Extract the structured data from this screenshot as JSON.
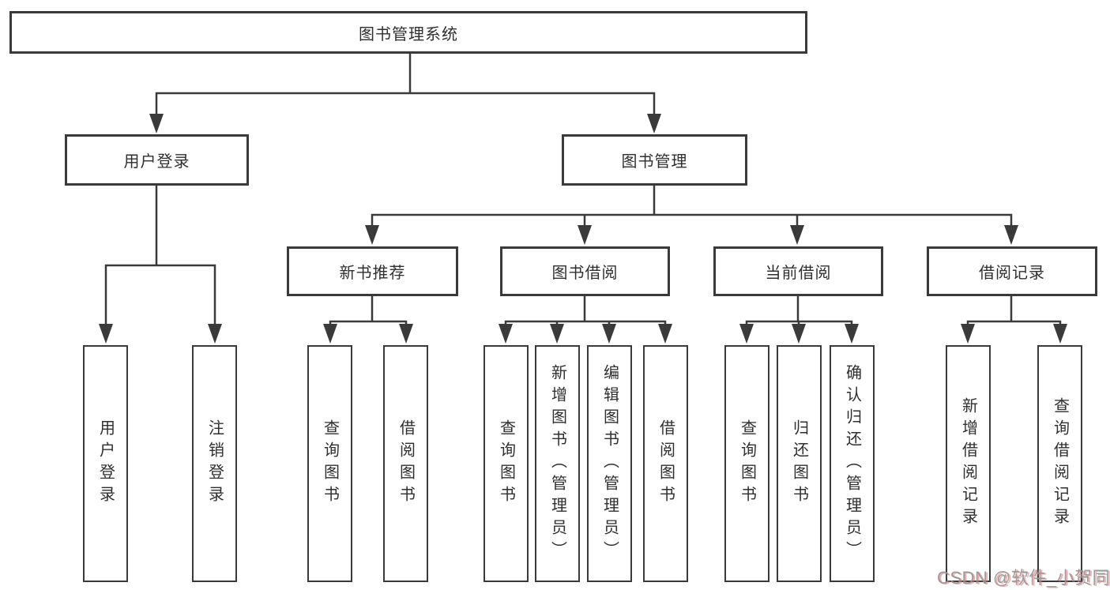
{
  "diagram": {
    "root": {
      "label": "图书管理系统",
      "children": [
        {
          "label": "用户登录",
          "children": [
            {
              "label": "用户登录"
            },
            {
              "label": "注销登录"
            }
          ]
        },
        {
          "label": "图书管理",
          "children": [
            {
              "label": "新书推荐",
              "children": [
                {
                  "label": "查询图书"
                },
                {
                  "label": "借阅图书"
                }
              ]
            },
            {
              "label": "图书借阅",
              "children": [
                {
                  "label": "查询图书"
                },
                {
                  "label": "新增图书（管理员）"
                },
                {
                  "label": "编辑图书（管理员）"
                },
                {
                  "label": "借阅图书"
                }
              ]
            },
            {
              "label": "当前借阅",
              "children": [
                {
                  "label": "查询图书"
                },
                {
                  "label": "归还图书"
                },
                {
                  "label": "确认归还（管理员）"
                }
              ]
            },
            {
              "label": "借阅记录",
              "children": [
                {
                  "label": "新增借阅记录"
                },
                {
                  "label": "查询借阅记录"
                }
              ]
            }
          ]
        }
      ]
    },
    "connector_style": "right-angle lines with solid triangular arrowheads"
  },
  "watermark": {
    "text": "CSDN @软件_小贺同学"
  },
  "colors": {
    "line": "#3a3a3a",
    "box_border": "#3a3a3a",
    "box_fill": "#ffffff",
    "text": "#2f2f2f",
    "background": "#ffffff",
    "watermark_gray": "#949494",
    "watermark_red_shadow": "#e16969"
  }
}
